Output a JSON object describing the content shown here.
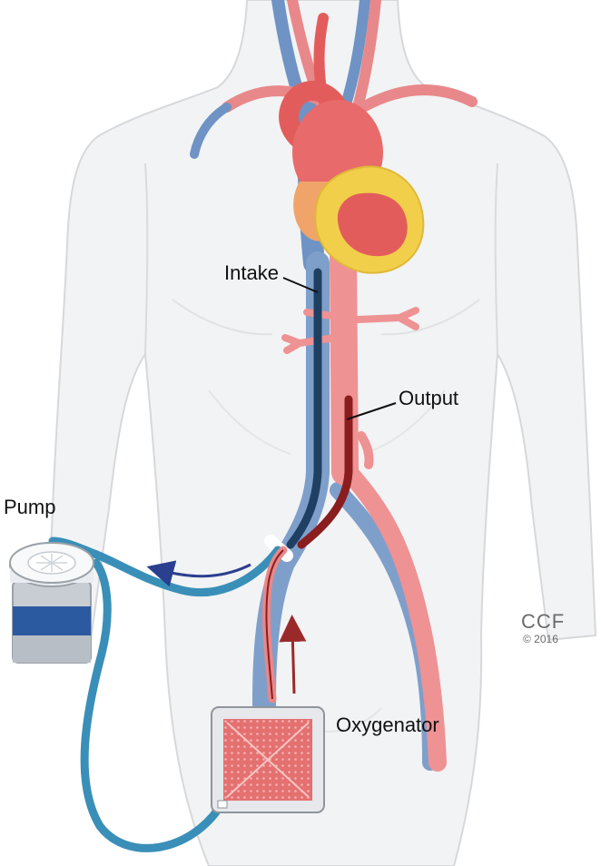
{
  "labels": {
    "intake": "Intake",
    "output": "Output",
    "pump": "Pump",
    "oxygenator": "Oxygenator"
  },
  "credit": {
    "org": "CCF",
    "copyright": "© 2016"
  },
  "colors": {
    "body": "#f2f3f4",
    "body_outline": "#d6d8db",
    "vein": "#6f93c4",
    "artery": "#e8888a",
    "heart": "#e35c5c",
    "fat": "#f2cf4a",
    "tube_blue": "#3a8fb8",
    "tube_dark_blue": "#1f3f63",
    "tube_red": "#8a1e1e",
    "oxygenator_pad": "#e47070",
    "pump_blue": "#2c5aa0",
    "flow_arrow_blue": "#2b3f8f",
    "flow_arrow_red": "#9a2a2a"
  }
}
